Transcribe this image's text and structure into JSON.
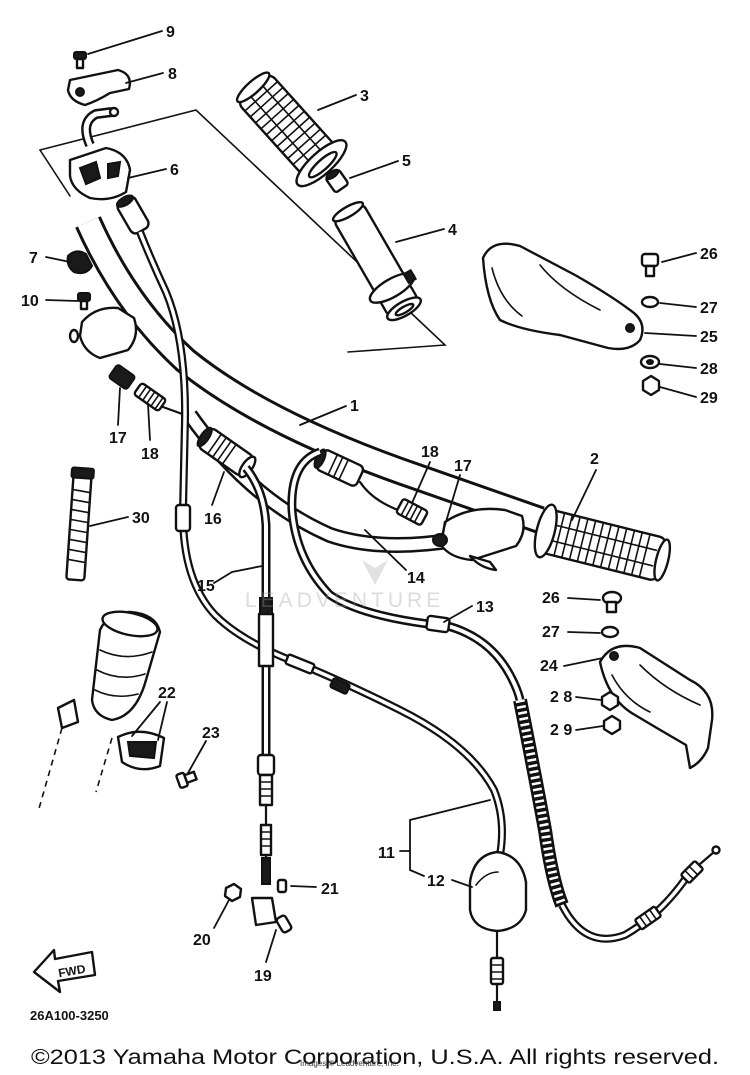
{
  "diagram": {
    "callouts": {
      "c1": "1",
      "c2": "2",
      "c3": "3",
      "c4": "4",
      "c5": "5",
      "c6": "6",
      "c7": "7",
      "c8": "8",
      "c9": "9",
      "c10": "10",
      "c11": "11",
      "c12": "12",
      "c13": "13",
      "c14": "14",
      "c15": "15",
      "c16": "16",
      "c17_left": "17",
      "c17_right": "17",
      "c18_left": "18",
      "c18_right": "18",
      "c19": "19",
      "c20": "20",
      "c21": "21",
      "c22": "22",
      "c23": "23",
      "c24": "24",
      "c25": "25",
      "c26_upper": "26",
      "c26_lower": "26",
      "c27_upper": "27",
      "c27_lower": "27",
      "c28_upper": "28",
      "c28_lower": "2 8",
      "c29_upper": "29",
      "c29_lower": "2 9",
      "c30": "30"
    },
    "fwd_label": "FWD",
    "diagram_code": "26A100-3250",
    "watermark": "LEADVENTURE"
  },
  "footer": {
    "copyright": "©2013 Yamaha Motor Corporation, U.S.A. All rights reserved.",
    "image_credit": "Images © Leadventure, Inc."
  }
}
